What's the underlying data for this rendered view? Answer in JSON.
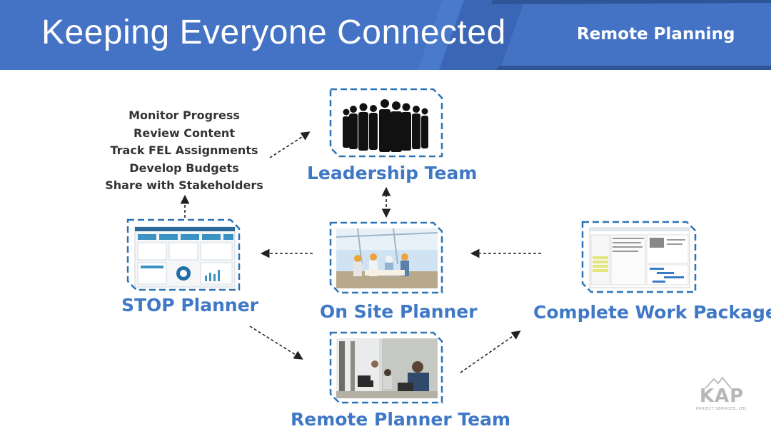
{
  "header": {
    "title": "Keeping Everyone Connected",
    "subtitle": "Remote Planning"
  },
  "colors": {
    "header_blue": "#4472c4",
    "header_dark": "#2f5597",
    "label_blue": "#3f78c6",
    "frame_dash": "#2e74b5",
    "text_dark": "#333333"
  },
  "tasks": [
    "Monitor Progress",
    "Review Content",
    "Track FEL Assignments",
    "Develop Budgets",
    "Share with Stakeholders"
  ],
  "nodes": {
    "leadership": {
      "label": "Leadership Team",
      "image": "business-team-silhouette"
    },
    "stop": {
      "label": "STOP Planner",
      "image": "dashboard-screenshot"
    },
    "onsite": {
      "label": "On Site Planner",
      "image": "construction-site-photo"
    },
    "work_package": {
      "label": "Complete Work Package",
      "image": "schedule-screenshot"
    },
    "remote": {
      "label": "Remote Planner Team",
      "image": "office-team-photo"
    }
  },
  "logo": {
    "text": "KAP",
    "subtext": "PROJECT SERVICES, LTD."
  }
}
